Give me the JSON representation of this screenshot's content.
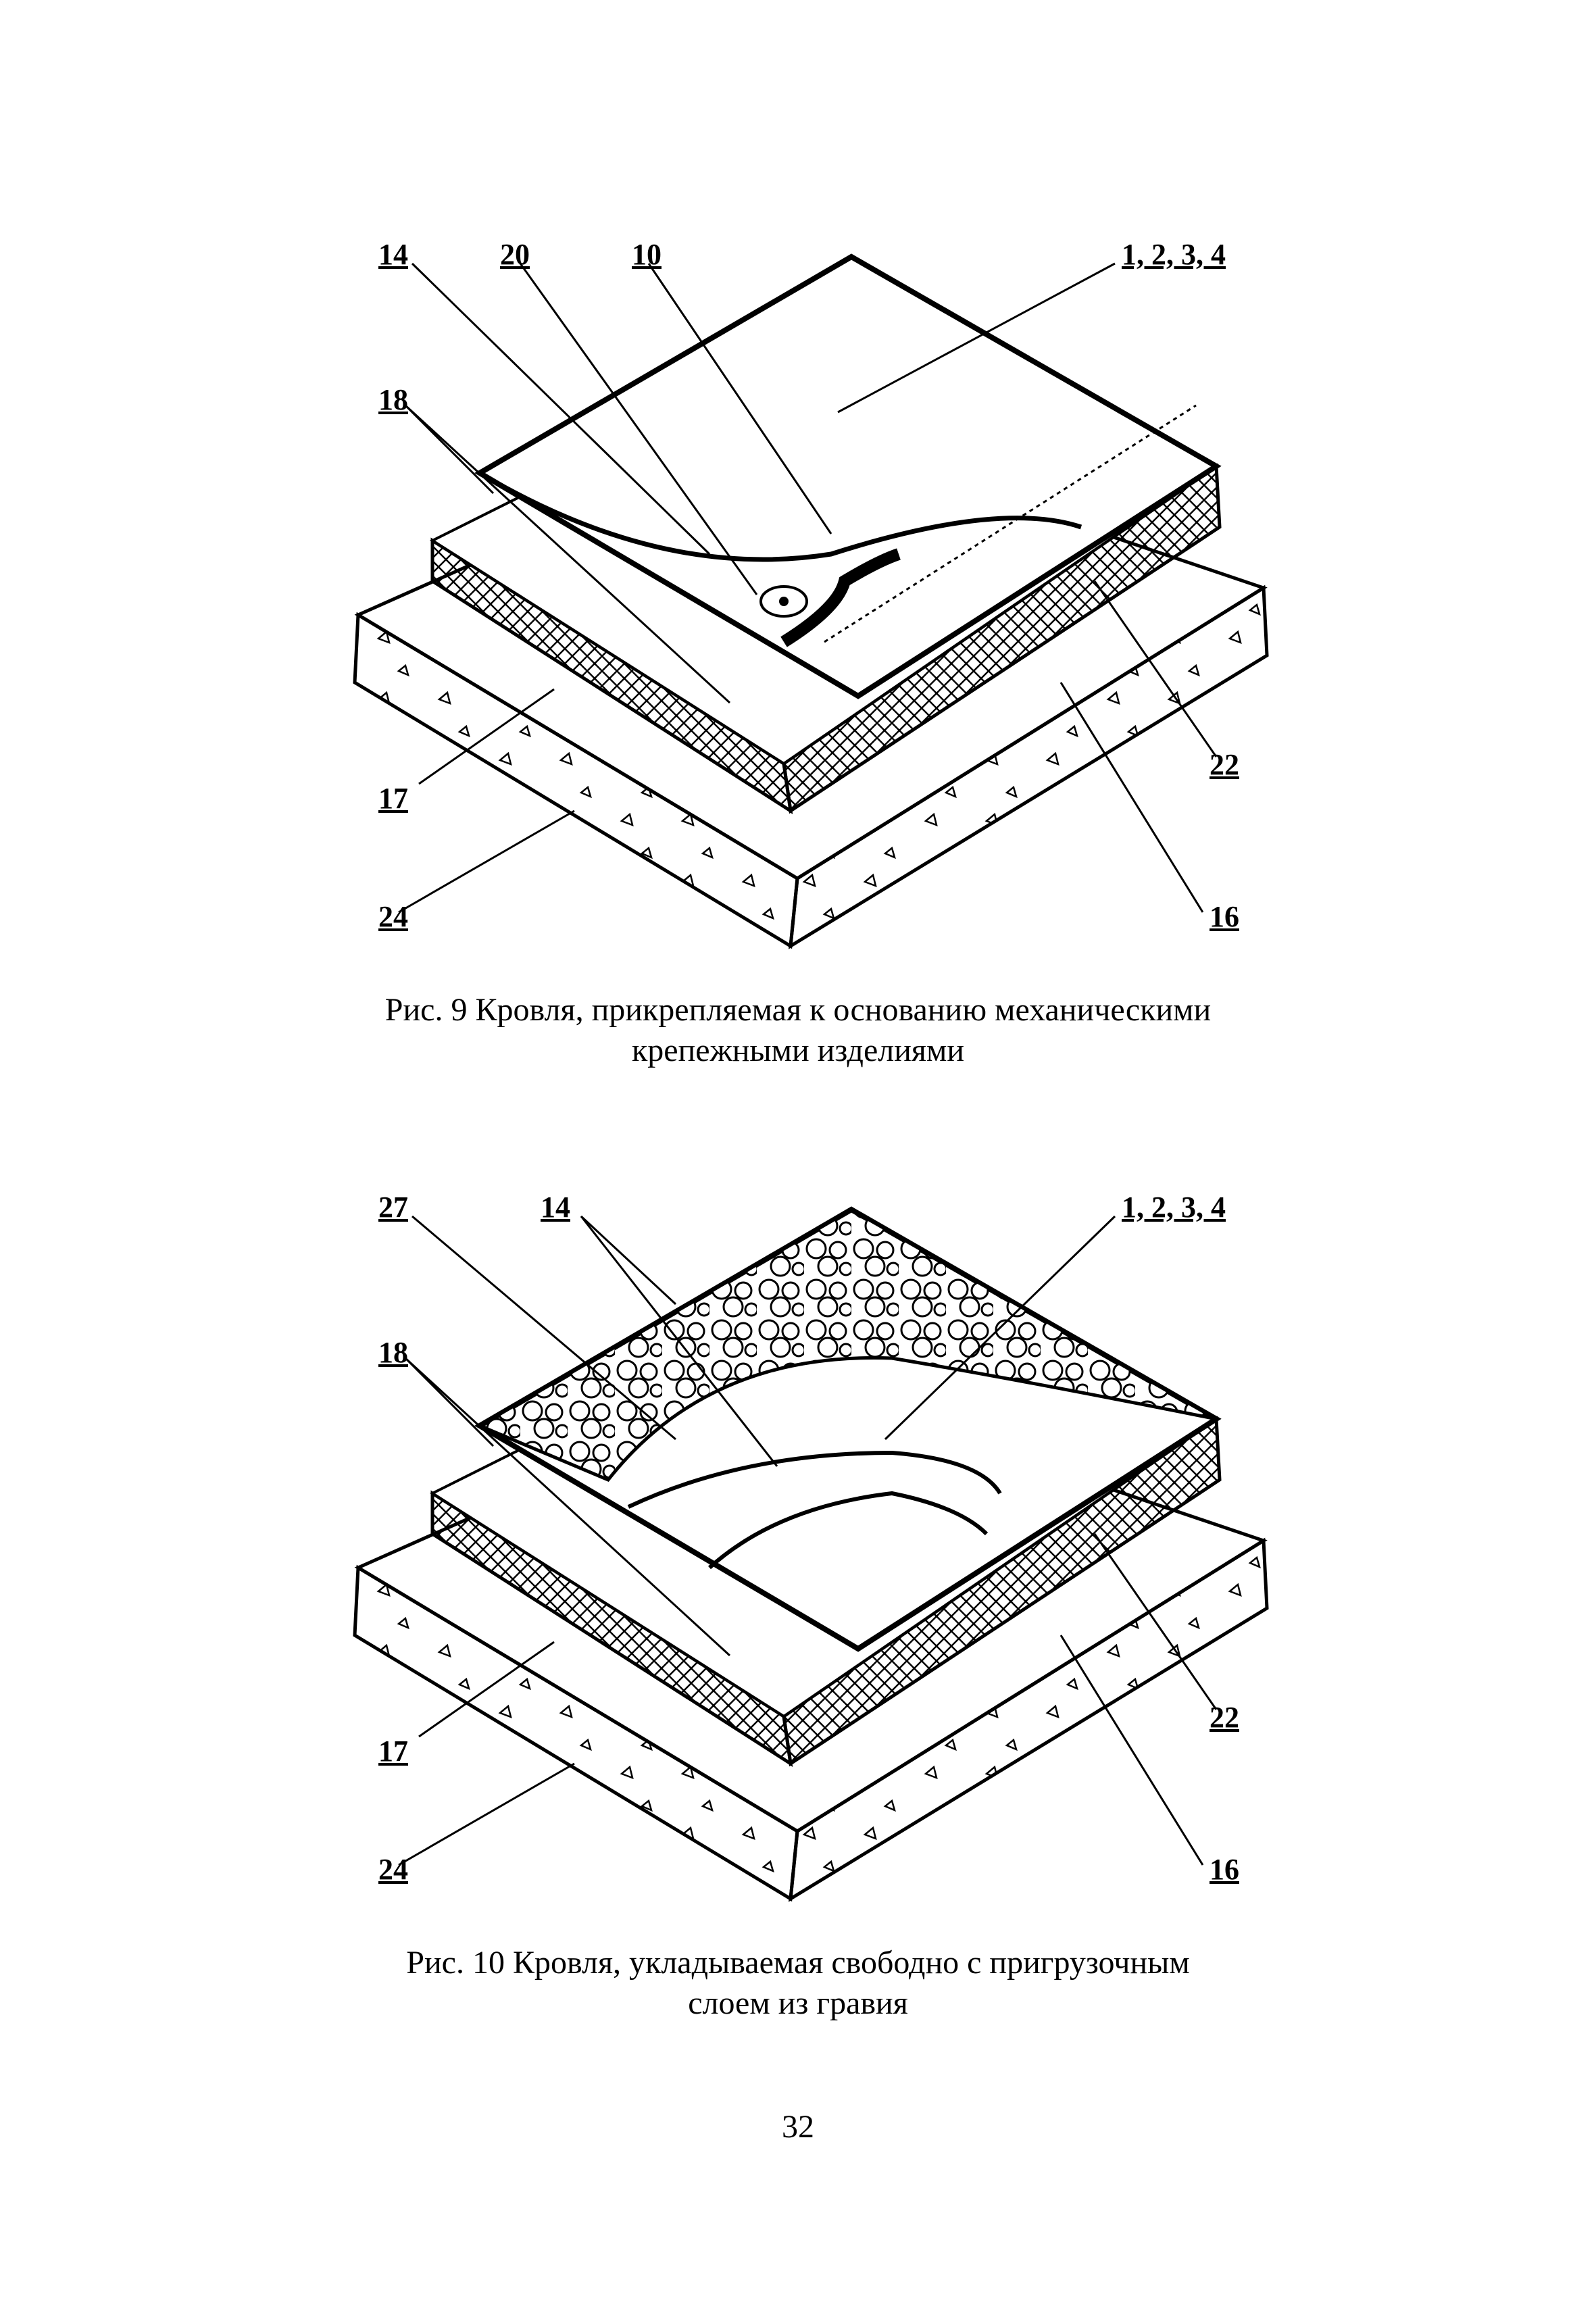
{
  "figure9": {
    "labels": {
      "l14": "14",
      "l20": "20",
      "l10": "10",
      "l1234": "1, 2, 3, 4",
      "l18": "18",
      "l17": "17",
      "l22": "22",
      "l24": "24",
      "l16": "16"
    },
    "caption_line1": "Рис. 9 Кровля, прикрепляемая к основанию механическими",
    "caption_line2": "крепежными изделиями"
  },
  "figure10": {
    "labels": {
      "l27": "27",
      "l14": "14",
      "l1234": "1, 2, 3, 4",
      "l18": "18",
      "l17": "17",
      "l22": "22",
      "l24": "24",
      "l16": "16"
    },
    "caption_line1": "Рис. 10 Кровля, укладываемая свободно с пригрузочным",
    "caption_line2": "слоем из гравия"
  },
  "page_number": "32"
}
